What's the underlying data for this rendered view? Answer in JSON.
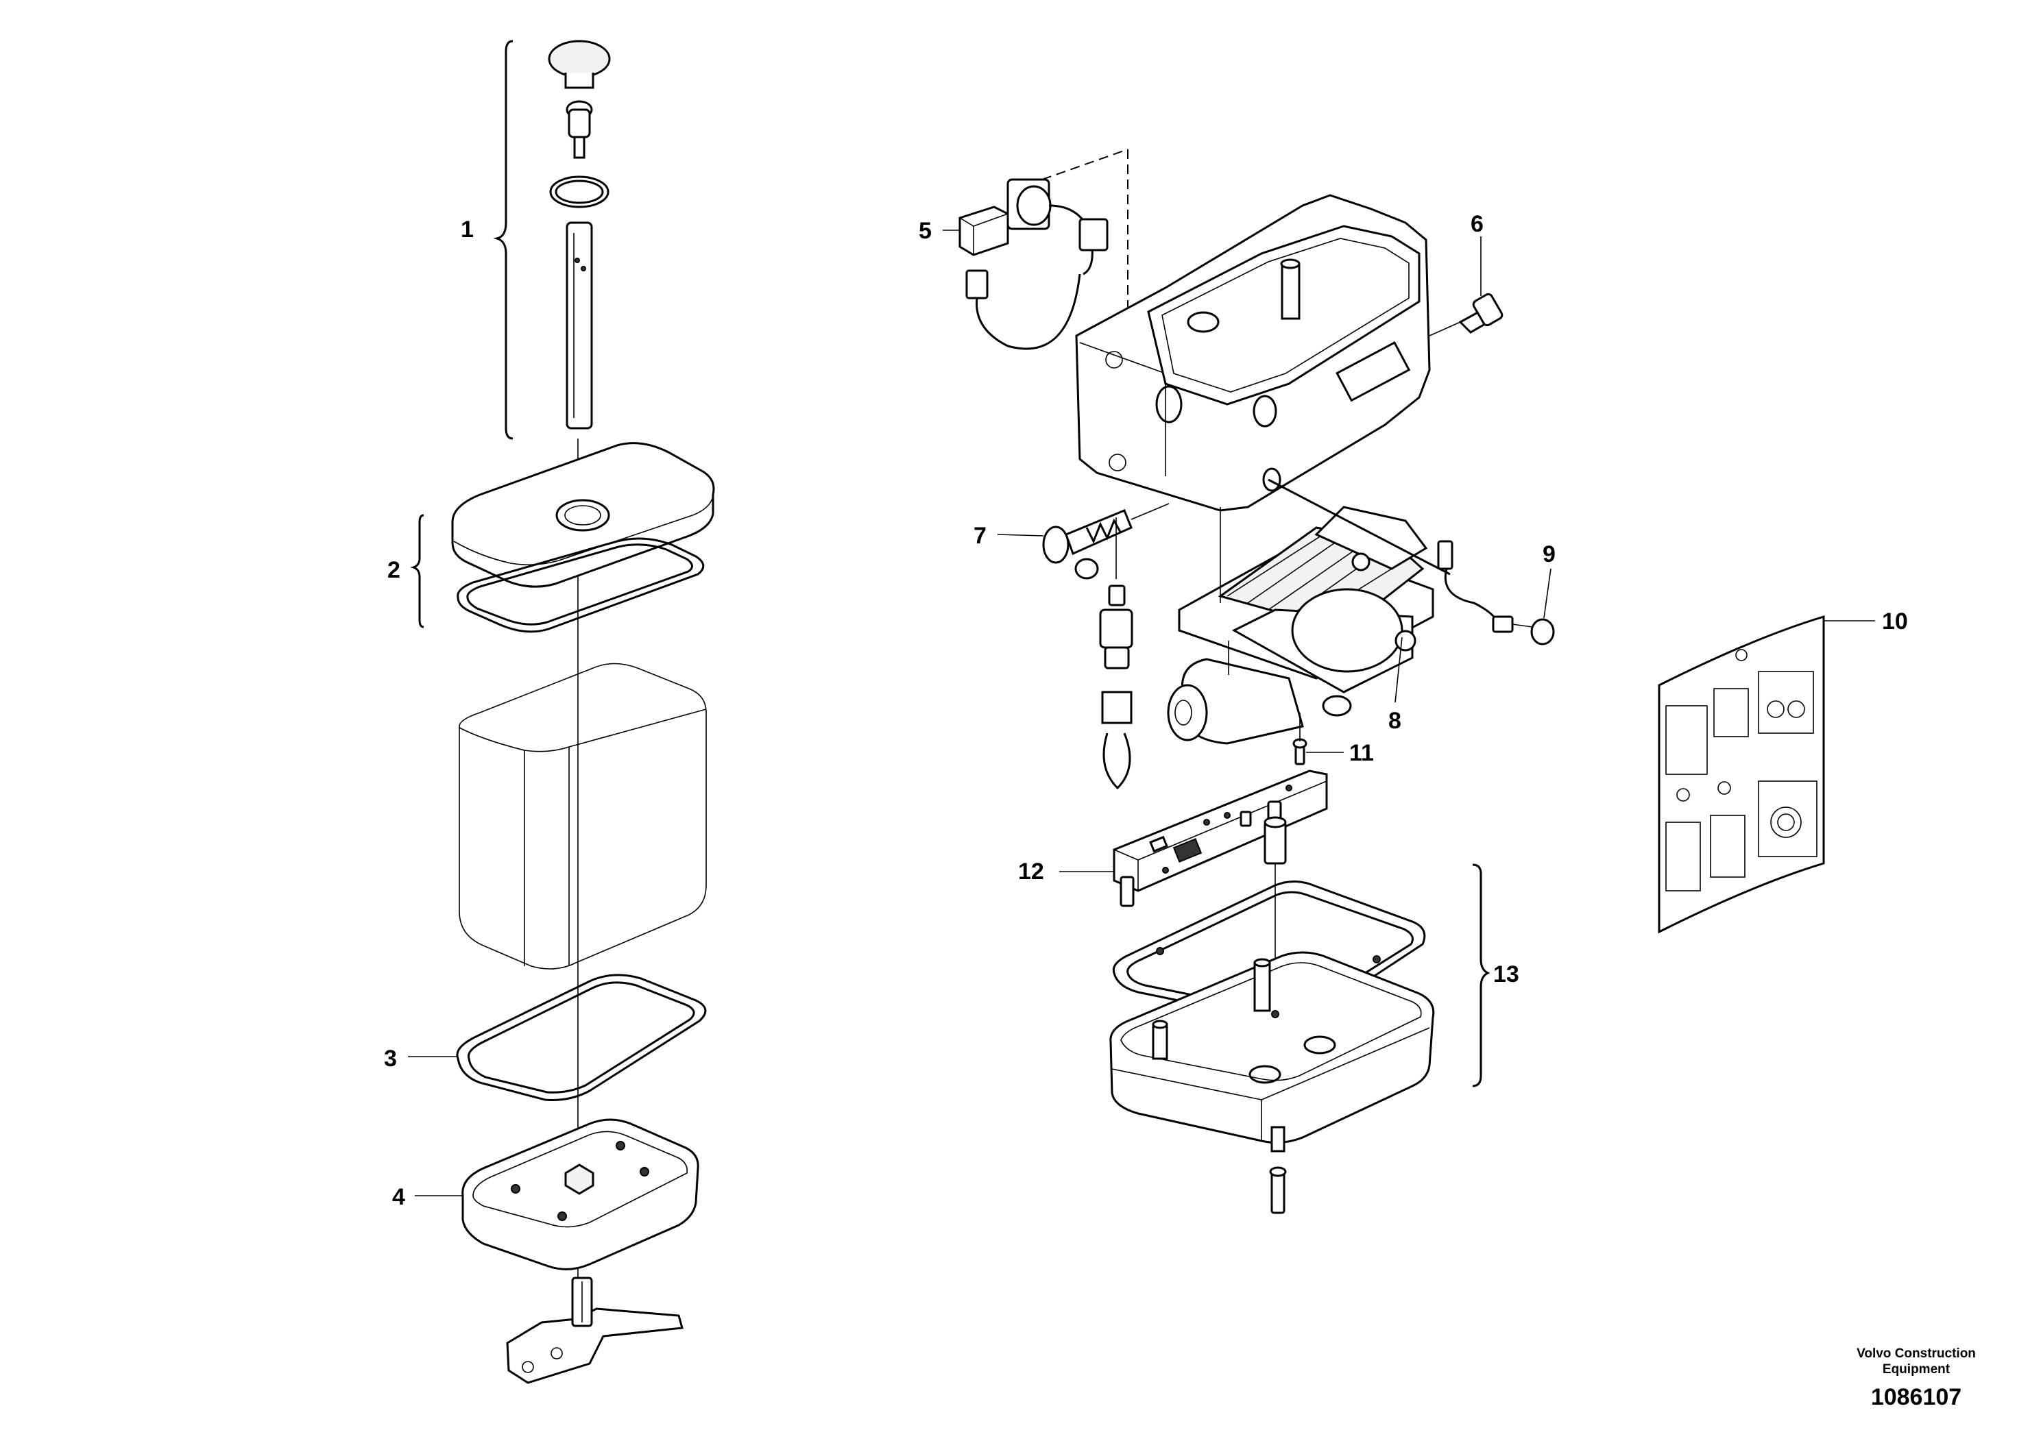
{
  "callouts": {
    "c1": "1",
    "c2": "2",
    "c3": "3",
    "c4": "4",
    "c5": "5",
    "c6": "6",
    "c7": "7",
    "c8": "8",
    "c9": "9",
    "c10": "10",
    "c11": "11",
    "c12": "12",
    "c13": "13"
  },
  "footer": {
    "brand_line1": "Volvo Construction",
    "brand_line2": "Equipment",
    "document_number": "1086107"
  }
}
